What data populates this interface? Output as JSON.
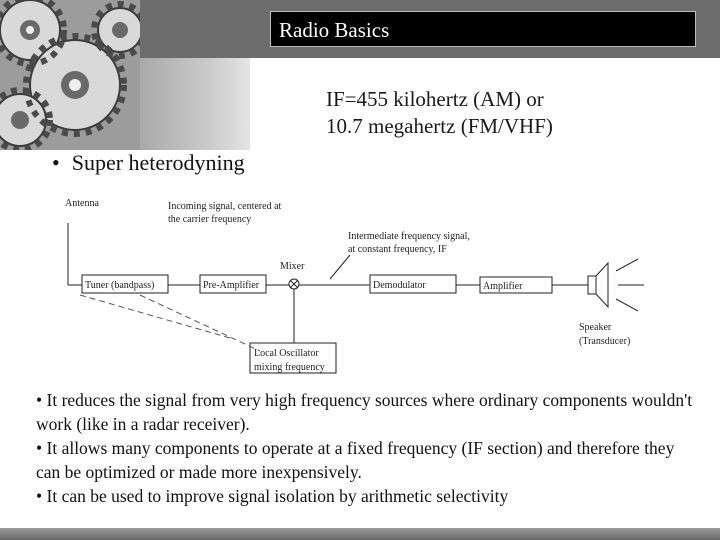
{
  "slide": {
    "title": "Radio Basics",
    "if_line1": "IF=455 kilohertz (AM) or",
    "if_line2": "10.7 megahertz (FM/VHF)",
    "main_bullet": "Super heterodyning"
  },
  "diagram": {
    "antenna": "Antenna",
    "incoming1": "Incoming signal, centered at",
    "incoming2": "the carrier frequency",
    "if1": "Intermediate frequency signal,",
    "if2": "at constant frequency, IF",
    "mixer": "Mixer",
    "tuner": "Tuner (bandpass)",
    "preamp": "Pre-Amplifier",
    "demod": "Demodulator",
    "amp": "Amplifier",
    "speaker1": "Speaker",
    "speaker2": "(Transducer)",
    "lo1": "Local Oscillator",
    "lo2": "mixing frequency"
  },
  "points": [
    "• It reduces the signal from very high frequency sources where ordinary components wouldn't work (like in a radar receiver).",
    "• It allows many components to operate at a fixed frequency (IF section) and therefore they can be optimized or made more inexpensively.",
    "• It can be used to improve signal isolation by arithmetic selectivity"
  ]
}
